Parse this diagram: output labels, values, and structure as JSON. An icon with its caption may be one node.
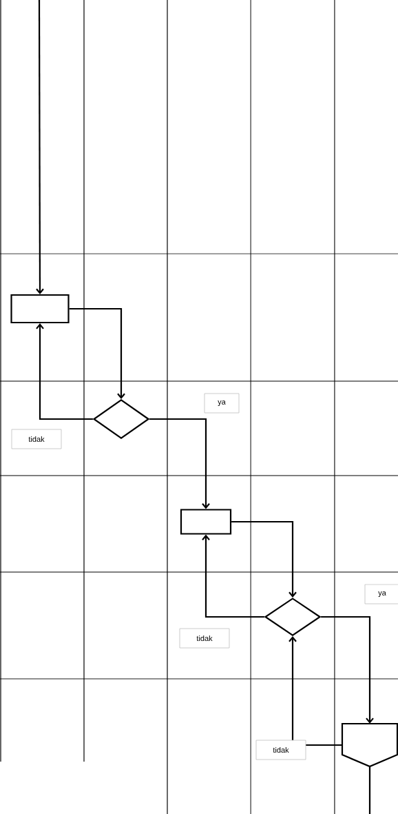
{
  "diagram": {
    "nodes": [
      {
        "text": [],
        "shape": "box"
      },
      {
        "text": [],
        "shape": "diamond"
      },
      {
        "text": [],
        "shape": "box"
      },
      {
        "text": [],
        "shape": "diamond"
      },
      {
        "text": [],
        "shape": "pentagon"
      }
    ],
    "edges": [
      {
        "from": null,
        "to": 0,
        "arrow": "to"
      },
      {
        "from": 0,
        "to": 1,
        "arrow": "to"
      },
      {
        "from": 1,
        "to": 0,
        "arrow": "to",
        "label": "tidak"
      },
      {
        "from": 1,
        "to": 2,
        "arrow": "to",
        "label": "ya"
      },
      {
        "from": 2,
        "to": 3,
        "arrow": "to"
      },
      {
        "from": 3,
        "to": 2,
        "arrow": "to",
        "label": "tidak"
      },
      {
        "from": 3,
        "to": 4,
        "arrow": "to",
        "label": "ya"
      },
      {
        "from": 4,
        "to": 3,
        "arrow": "to",
        "label": "tidak"
      },
      {
        "from": 4,
        "to": null,
        "arrow": "none"
      }
    ]
  }
}
